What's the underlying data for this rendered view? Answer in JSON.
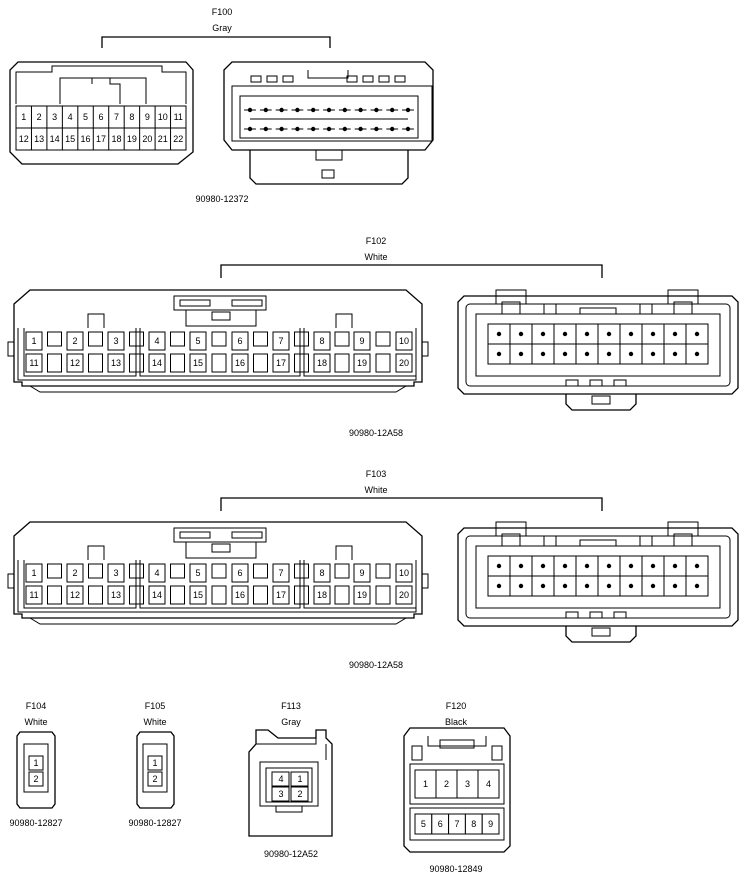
{
  "connectors": [
    {
      "id": "F100",
      "color": "Gray",
      "part": "90980-12372",
      "rows": [
        [
          "1",
          "2",
          "3",
          "4",
          "5",
          "6",
          "7",
          "8",
          "9",
          "10",
          "11"
        ],
        [
          "12",
          "13",
          "14",
          "15",
          "16",
          "17",
          "18",
          "19",
          "20",
          "21",
          "22"
        ]
      ]
    },
    {
      "id": "F102",
      "color": "White",
      "part": "90980-12A58",
      "rows": [
        [
          "1",
          "2",
          "3",
          "4",
          "5",
          "6",
          "7",
          "8",
          "9",
          "10"
        ],
        [
          "11",
          "12",
          "13",
          "14",
          "15",
          "16",
          "17",
          "18",
          "19",
          "20"
        ]
      ]
    },
    {
      "id": "F103",
      "color": "White",
      "part": "90980-12A58",
      "rows": [
        [
          "1",
          "2",
          "3",
          "4",
          "5",
          "6",
          "7",
          "8",
          "9",
          "10"
        ],
        [
          "11",
          "12",
          "13",
          "14",
          "15",
          "16",
          "17",
          "18",
          "19",
          "20"
        ]
      ]
    },
    {
      "id": "F104",
      "color": "White",
      "part": "90980-12827",
      "pins": [
        "1",
        "2"
      ]
    },
    {
      "id": "F105",
      "color": "White",
      "part": "90980-12827",
      "pins": [
        "1",
        "2"
      ]
    },
    {
      "id": "F113",
      "color": "Gray",
      "part": "90980-12A52",
      "pins": [
        [
          "4",
          "1"
        ],
        [
          "3",
          "2"
        ]
      ]
    },
    {
      "id": "F120",
      "color": "Black",
      "part": "90980-12849",
      "pins": [
        [
          "1",
          "2",
          "3",
          "4"
        ],
        [
          "5",
          "6",
          "7",
          "8",
          "9"
        ]
      ]
    }
  ]
}
